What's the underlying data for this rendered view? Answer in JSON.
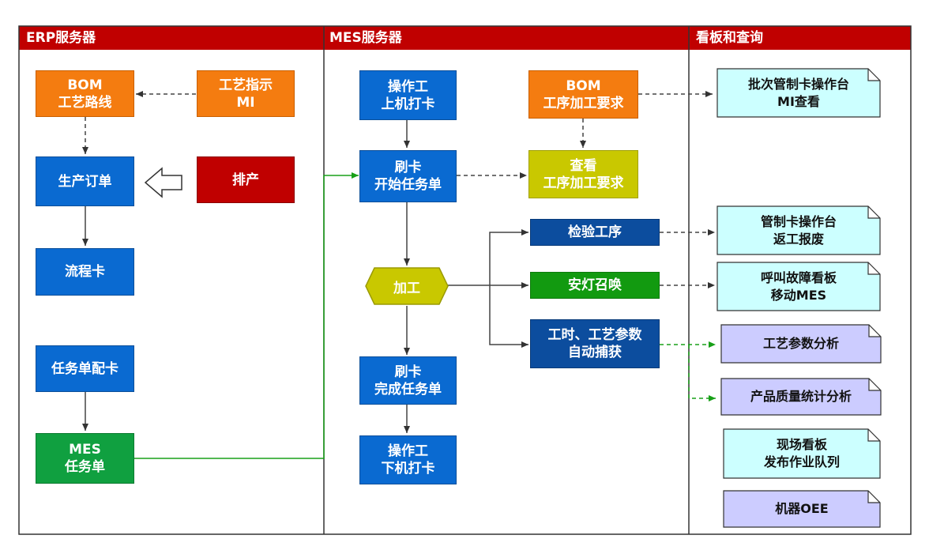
{
  "colors": {
    "header_red": "#c00000",
    "orange": "#f47c10",
    "blue": "#0a6ad1",
    "dark_blue": "#0c4d9e",
    "red": "#c00000",
    "green": "#10a040",
    "olive": "#c9c800",
    "doc_cyan": "#ccffff",
    "doc_lavender": "#ccccff",
    "connector_green": "#18a018"
  },
  "headers": {
    "erp": "ERP服务器",
    "mes": "MES服务器",
    "board": "看板和查询"
  },
  "erp": {
    "bom_route": [
      "BOM",
      "工艺路线"
    ],
    "process_mi": [
      "工艺指示",
      "MI"
    ],
    "production_order": [
      "生产订单"
    ],
    "scheduling": [
      "排产"
    ],
    "flow_card": [
      "流程卡"
    ],
    "task_card_assign": [
      "任务单配卡"
    ],
    "mes_task": [
      "MES",
      "任务单"
    ]
  },
  "mes": {
    "operator_on": [
      "操作工",
      "上机打卡"
    ],
    "swipe_start": [
      "刷卡",
      "开始任务单"
    ],
    "bom_requirements": [
      "BOM",
      "工序加工要求"
    ],
    "view_requirements": [
      "查看",
      "工序加工要求"
    ],
    "inspection": [
      "检验工序"
    ],
    "andon": [
      "安灯召唤"
    ],
    "processing": "加工",
    "auto_capture": [
      "工时、工艺参数",
      "自动捕获"
    ],
    "swipe_finish": [
      "刷卡",
      "完成任务单"
    ],
    "operator_off": [
      "操作工",
      "下机打卡"
    ]
  },
  "board": {
    "batch_card": [
      "批次管制卡操作台",
      "MI查看"
    ],
    "card_rework": [
      "管制卡操作台",
      "返工报废"
    ],
    "call_fault": [
      "呼叫故障看板",
      "移动MES"
    ],
    "param_analysis": [
      "工艺参数分析"
    ],
    "quality_stats": [
      "产品质量统计分析"
    ],
    "site_board": [
      "现场看板",
      "发布作业队列"
    ],
    "machine_oee": [
      "机器OEE"
    ]
  }
}
